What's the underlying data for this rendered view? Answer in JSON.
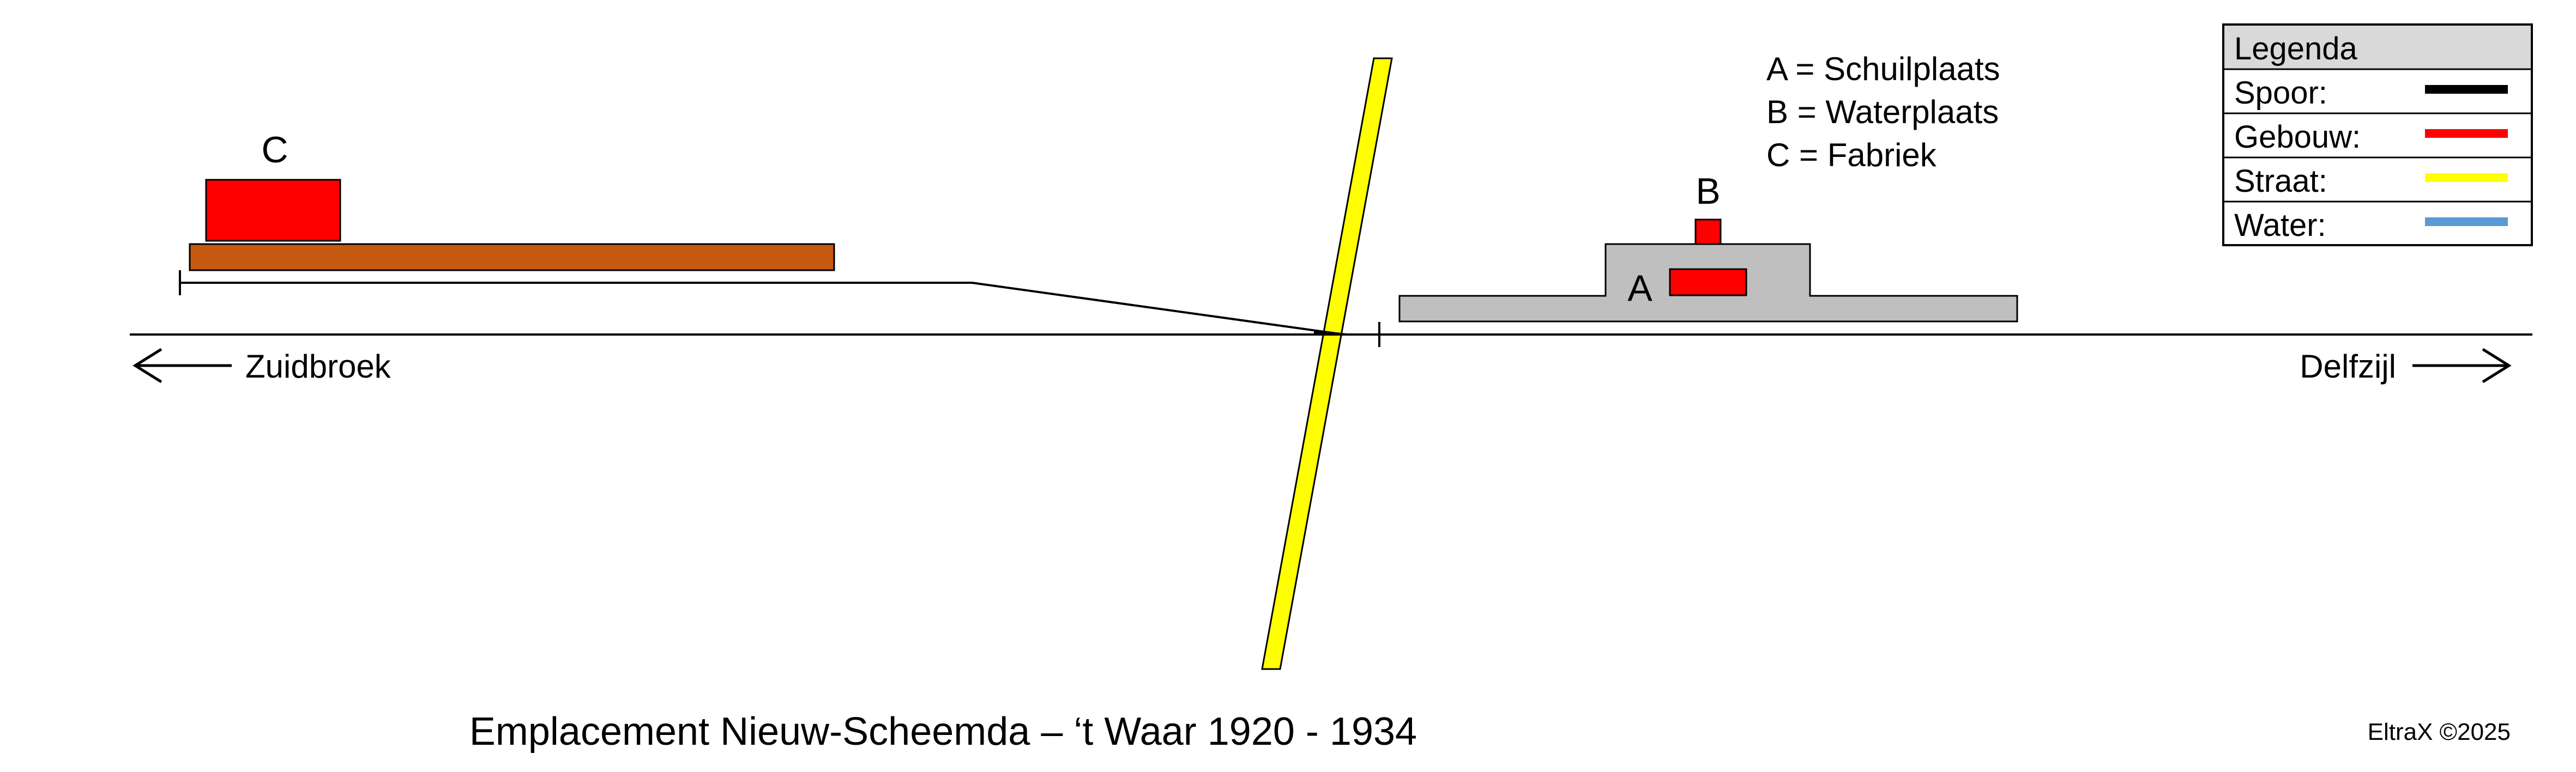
{
  "title": "Emplacement Nieuw-Scheemda – ‘t Waar 1920 - 1934",
  "credit": "EltraX ©2025",
  "directions": {
    "left": "Zuidbroek",
    "right": "Delfzijl"
  },
  "key": [
    {
      "letter": "A",
      "text": "A = Schuilplaats"
    },
    {
      "letter": "B",
      "text": "B = Waterplaats"
    },
    {
      "letter": "C",
      "text": "C = Fabriek"
    }
  ],
  "markers": {
    "a": "A",
    "b": "B",
    "c": "C"
  },
  "legend": {
    "heading": "Legenda",
    "items": [
      {
        "label": "Spoor:",
        "color": "#000000"
      },
      {
        "label": "Gebouw:",
        "color": "#ff0000"
      },
      {
        "label": "Straat:",
        "color": "#ffff00"
      },
      {
        "label": "Water:",
        "color": "#5b9bd5"
      }
    ]
  },
  "colors": {
    "track": "#000000",
    "building": "#ff0000",
    "street": "#ffff00",
    "platform": "#bfbfbf",
    "loading_platform": "#c55a11",
    "legend_header_bg": "#d9d9d9"
  }
}
